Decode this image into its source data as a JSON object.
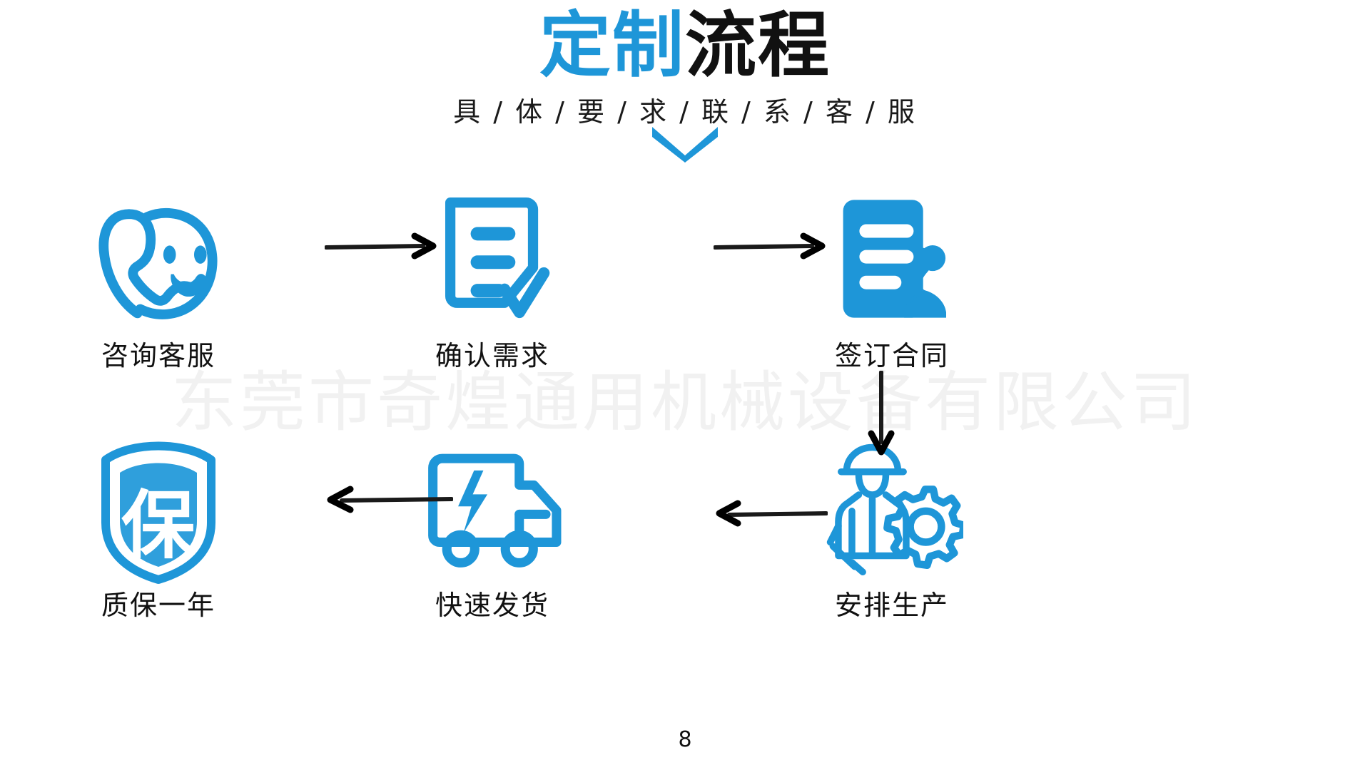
{
  "header": {
    "title_blue": "定制",
    "title_black": "流程",
    "subtitle": "具 / 体 / 要 / 求 / 联 / 系 / 客 / 服",
    "chevron_icon": "chevron-down-icon"
  },
  "theme": {
    "accent": "#1e96d8",
    "text": "#111111",
    "arrow": "#1a1a1a",
    "watermark": "#f1f1f1",
    "background": "#ffffff"
  },
  "watermark": {
    "text": "东莞市奇煌通用机械设备有限公司"
  },
  "flow": {
    "steps": [
      {
        "id": "step-1",
        "label": "咨询客服",
        "icon": "phone-smiley-customer-service-icon"
      },
      {
        "id": "step-2",
        "label": "确认需求",
        "icon": "document-checklist-check-icon"
      },
      {
        "id": "step-3",
        "label": "签订合同",
        "icon": "contract-seal-icon"
      },
      {
        "id": "step-4",
        "label": "安排生产",
        "icon": "worker-gear-production-icon"
      },
      {
        "id": "step-5",
        "label": "快速发货",
        "icon": "delivery-truck-lightning-icon"
      },
      {
        "id": "step-6",
        "label": "质保一年",
        "icon": "shield-guarantee-icon"
      }
    ],
    "shield_char": "保",
    "connectors": [
      {
        "id": "arrow-1",
        "from": "step-1",
        "to": "step-2",
        "direction": "right"
      },
      {
        "id": "arrow-2",
        "from": "step-2",
        "to": "step-3",
        "direction": "right"
      },
      {
        "id": "arrow-3",
        "from": "step-3",
        "to": "step-4",
        "direction": "down"
      },
      {
        "id": "arrow-4",
        "from": "step-4",
        "to": "step-5",
        "direction": "left"
      },
      {
        "id": "arrow-5",
        "from": "step-5",
        "to": "step-6",
        "direction": "left"
      }
    ]
  },
  "footer": {
    "page_number": "8"
  }
}
